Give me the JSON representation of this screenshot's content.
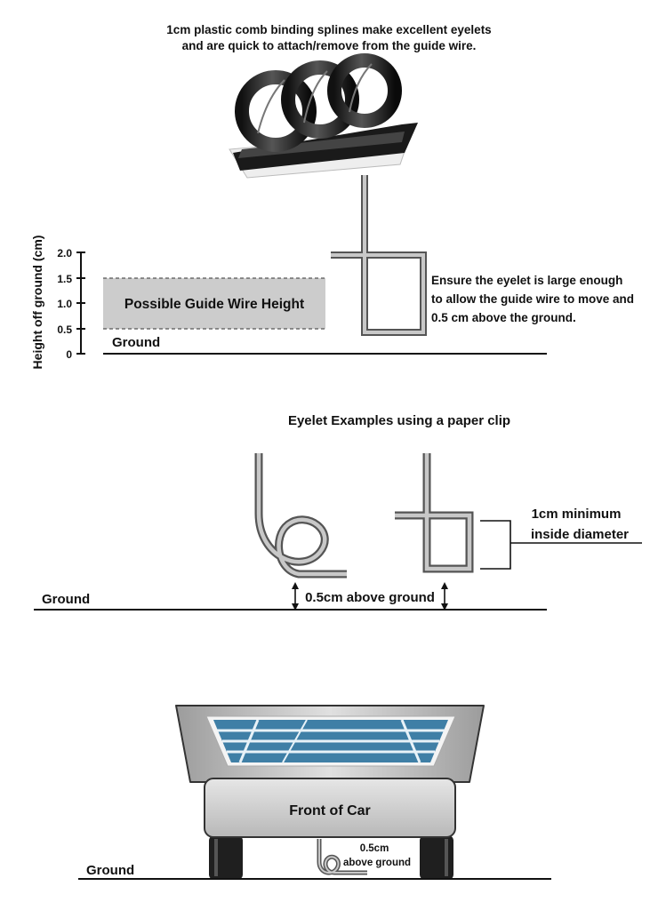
{
  "header": {
    "line1": "1cm plastic comb binding splines make excellent eyelets",
    "line2": "and are quick to attach/remove from the guide wire."
  },
  "height_chart": {
    "ylabel": "Height off ground (cm)",
    "ticks": [
      "2.0",
      "1.5",
      "1.0",
      "0.5",
      "0"
    ],
    "band_label": "Possible Guide Wire Height",
    "ground_label": "Ground",
    "band_range_cm": [
      0.5,
      1.5
    ]
  },
  "eyelet_note": {
    "line1": "Ensure the eyelet is large enough",
    "line2": "to allow the guide wire to move and",
    "line3": "0.5 cm above the ground."
  },
  "examples": {
    "title": "Eyelet Examples using a paper clip",
    "ground_label": "Ground",
    "clearance_label": "0.5cm above ground",
    "diameter_line1": "1cm minimum",
    "diameter_line2": "inside diameter"
  },
  "car": {
    "label": "Front of Car",
    "ground_label": "Ground",
    "clearance_line1": "0.5cm",
    "clearance_line2": "above ground"
  },
  "colors": {
    "wire_outer": "#555555",
    "wire_inner": "#c8c8c8",
    "band_fill": "#cccccc",
    "windshield": "#3f7fa6",
    "car_body": "#d6d6d6"
  }
}
